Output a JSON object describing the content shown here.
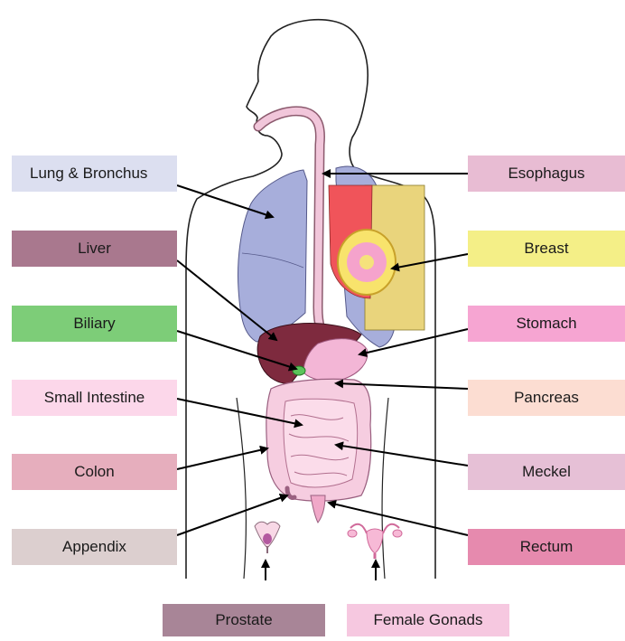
{
  "labels": {
    "lung_bronchus": "Lung & Bronchus",
    "liver": "Liver",
    "biliary": "Biliary",
    "small_intestine": "Small Intestine",
    "colon": "Colon",
    "appendix": "Appendix",
    "esophagus": "Esophagus",
    "breast": "Breast",
    "stomach": "Stomach",
    "pancreas": "Pancreas",
    "meckel": "Meckel",
    "rectum": "Rectum",
    "prostate": "Prostate",
    "female_gonads": "Female Gonads"
  },
  "colors": {
    "lung": "#a7aedb",
    "liver": "#7e2a3e",
    "esophagus": "#f1c6da",
    "breast_red": "#f0545a",
    "breast_yellow": "#e9d47c",
    "stomach": "#f3b6d6",
    "biliary": "#5bc45a",
    "intestine": "#f6cde0",
    "outline": "#333333"
  },
  "icons": {
    "organ_arrow": "arrow-icon",
    "prostate": "male-organ-icon",
    "female_gonads": "uterus-icon"
  }
}
